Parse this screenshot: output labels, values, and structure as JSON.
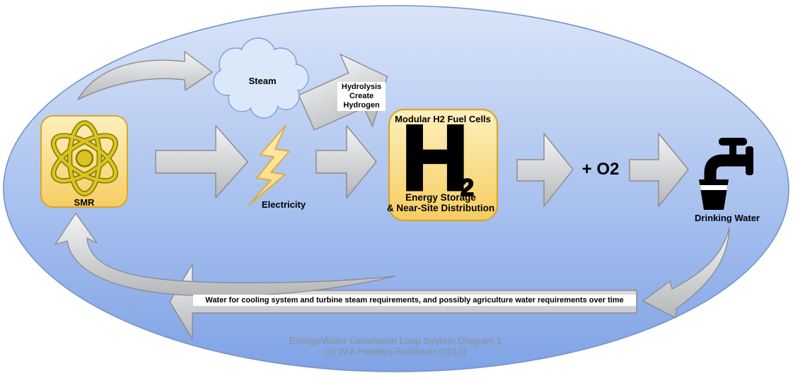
{
  "nodes": {
    "smr": {
      "label": "SMR"
    },
    "steam": {
      "label": "Steam"
    },
    "hydrolysis_arrow": {
      "label": "Hydrolysis\nCreate\nHydrogen"
    },
    "electricity": {
      "label": "Electricity"
    },
    "fuel_cells": {
      "title": "Modular H2 Fuel Cells",
      "symbol": "H",
      "subscript": "2",
      "footer": "Energy Storage\n& Near-Site Distribution"
    },
    "oxygen": {
      "label": "+ O2"
    },
    "drinking_water": {
      "label": "Drinking Water"
    }
  },
  "return_arrow": {
    "label": "Water for cooling system and turbine steam requirements, and possibly agriculture water requirements over time"
  },
  "caption": {
    "line1": "Energy/Water Generation Loop System Diagram 1",
    "line2": "(c) W.A.Hawkes-Robinson (2013)"
  },
  "colors": {
    "ellipse_top": "#d9e4f8",
    "ellipse_bottom": "#7fa3e6",
    "ellipse_border": "#7693c8",
    "arrow_light": "#f4f4f5",
    "arrow_dark": "#b5b7ba",
    "arrow_border": "#8a8a8a",
    "yellow_top": "#fdf0bd",
    "yellow_bottom": "#f6cd62",
    "yellow_border": "#d9a62a",
    "bolt_top": "#ffeeb5",
    "bolt_bottom": "#fbd977",
    "bolt_border": "#ddab48",
    "cloud_fill": "#dbe8fa",
    "cloud_border": "#7aa0d8",
    "atom_ring": "#dcc522",
    "atom_ring_edge": "#877c00",
    "ink": "#000000",
    "caption_gray": "#8b9191",
    "label_bg": "#ffffff"
  }
}
